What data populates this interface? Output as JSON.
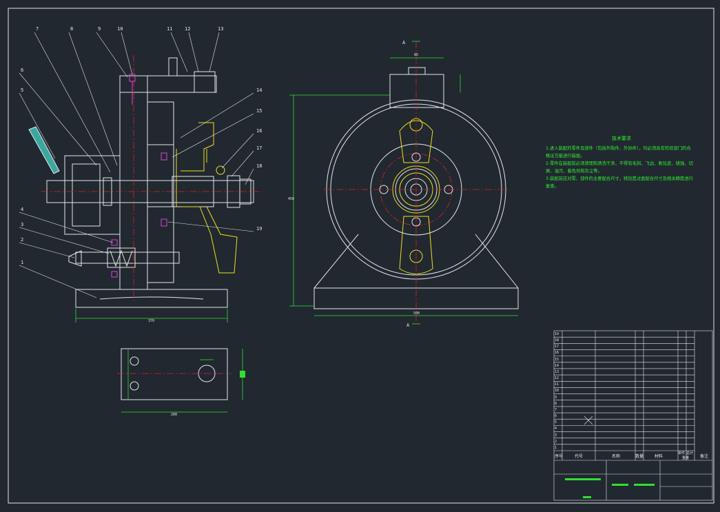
{
  "balloons": [
    "1",
    "2",
    "3",
    "4",
    "5",
    "6",
    "7",
    "8",
    "9",
    "10",
    "11",
    "12",
    "13",
    "14",
    "15",
    "16",
    "17",
    "18",
    "19"
  ],
  "section_marks": {
    "top": "A",
    "bottom": "A"
  },
  "tech_notes": {
    "title": "技术要求",
    "lines": [
      "1.进入装配的零件及部件（包括外购件、外协件），均必须具有检验部门的合",
      "格证方能进行装配。",
      "2.零件在装配前必须清理和清洗干净，不得有毛刺、飞边、氧化皮、锈蚀、切",
      "屑、油污、着色剂和灰尘等。",
      "3.装配前应对零、部件的主要配合尺寸，特别是过盈配合尺寸及相关精度进行",
      "复查。"
    ]
  },
  "title_block": {
    "header": [
      "序号",
      "代号",
      "名称",
      "数量",
      "材料",
      "单件",
      "总计",
      "备注"
    ],
    "weight_label": "重量",
    "rows": [
      "19",
      "18",
      "17",
      "16",
      "15",
      "14",
      "13",
      "12",
      "11",
      "10",
      "9",
      "8",
      "7",
      "6",
      "5",
      "4",
      "3",
      "2",
      "1"
    ]
  },
  "colors": {
    "background": "#212830",
    "outline": "#e8e8e8",
    "hatch": "#3aa8a0",
    "part": "#f0e020",
    "centerline": "#e02020",
    "dimension": "#30e030",
    "bolt": "#e040e0"
  }
}
